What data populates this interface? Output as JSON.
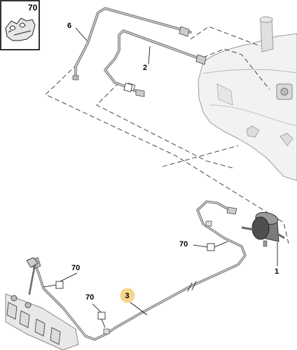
{
  "inset": {
    "label": "70"
  },
  "callouts": {
    "part_6": "6",
    "part_2": "2",
    "part_1": "1",
    "part_3": "3",
    "clip_a": "70",
    "clip_b": "70",
    "clip_c": "70"
  },
  "highlight_color": "#f6d58c"
}
